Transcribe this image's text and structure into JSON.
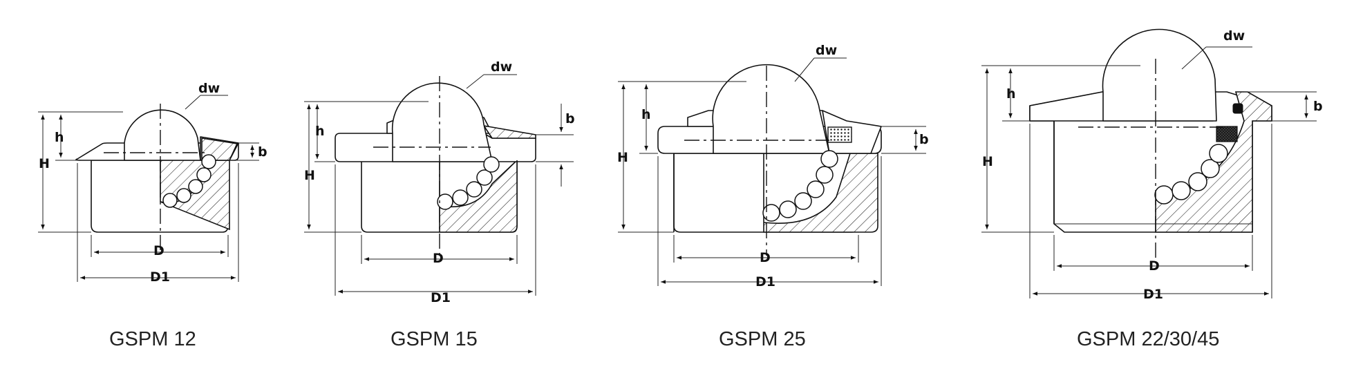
{
  "diagrams": [
    {
      "caption": "GSPM 12",
      "labels": {
        "dw": "dw",
        "h": "h",
        "H": "H",
        "b": "b",
        "D": "D",
        "D1": "D1"
      }
    },
    {
      "caption": "GSPM 15",
      "labels": {
        "dw": "dw",
        "h": "h",
        "H": "H",
        "b": "b",
        "D": "D",
        "D1": "D1"
      }
    },
    {
      "caption": "GSPM 25",
      "labels": {
        "dw": "dw",
        "h": "h",
        "H": "H",
        "b": "b",
        "D": "D",
        "D1": "D1"
      }
    },
    {
      "caption": "GSPM 22/30/45",
      "labels": {
        "dw": "dw",
        "h": "h",
        "H": "H",
        "b": "b",
        "D": "D",
        "D1": "D1"
      }
    }
  ]
}
